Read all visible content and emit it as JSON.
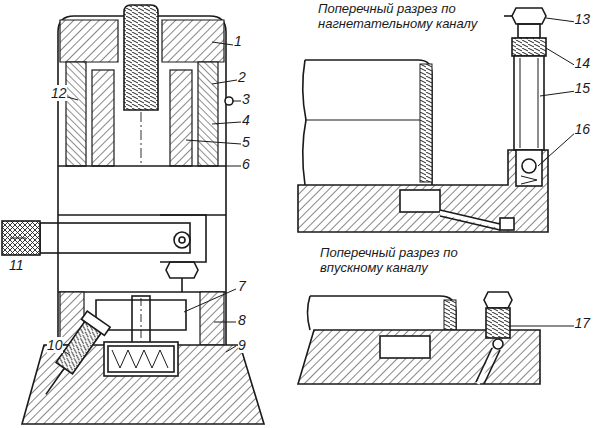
{
  "diagram": {
    "labels": [
      "Поперечный разрез по нагнетательному каналу",
      "13",
      "1",
      "14",
      "2",
      "15",
      "12",
      "3",
      "4",
      "16",
      "5",
      "6",
      "11",
      "Поперечный разрез по впускному каналу",
      "7",
      "8",
      "17",
      "9",
      "10"
    ]
  }
}
